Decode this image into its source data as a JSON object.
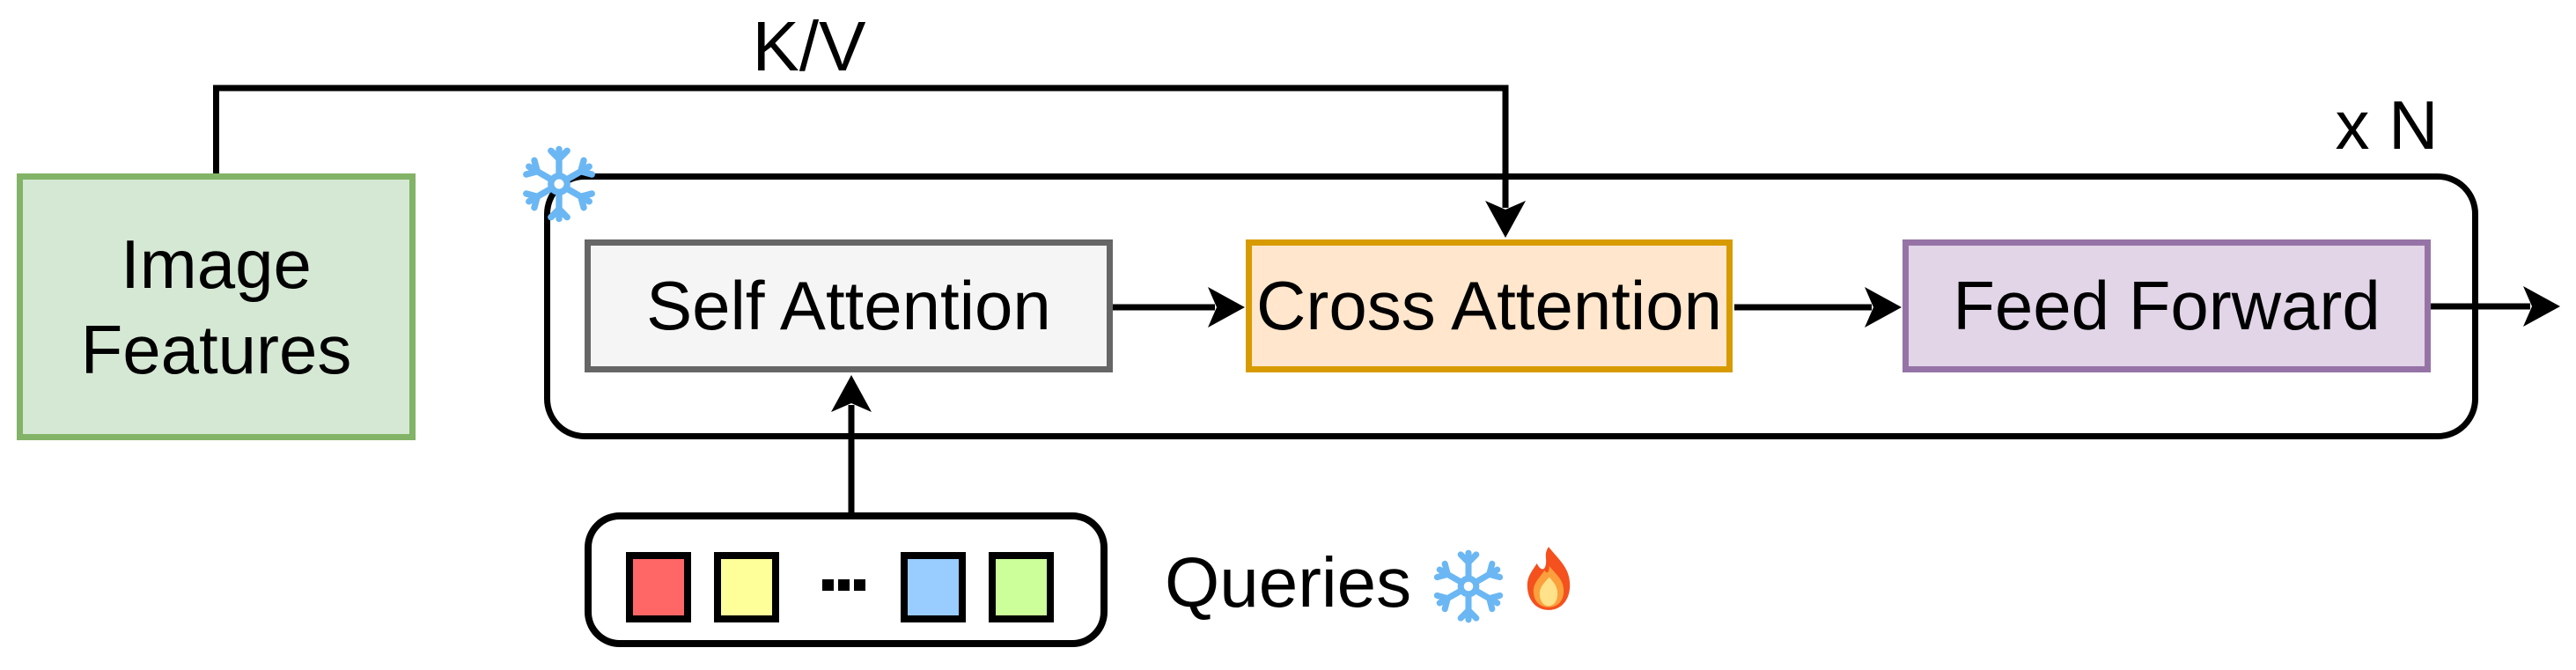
{
  "labels": {
    "kv": "K/V",
    "repeat": "x N",
    "queries": "Queries"
  },
  "image_features": {
    "line1": "Image",
    "line2": "Features",
    "fill": "#D5E8D4",
    "border": "#82B366"
  },
  "decoder": {
    "blocks": [
      {
        "label": "Self Attention",
        "fill": "#F5F5F5",
        "border": "#666666"
      },
      {
        "label": "Cross Attention",
        "fill": "#FFE6CC",
        "border": "#D79B00"
      },
      {
        "label": "Feed Forward",
        "fill": "#E1D5E7",
        "border": "#9673A6"
      }
    ],
    "frozen_icon": "snowflake-icon"
  },
  "queries": {
    "ellipsis": "...",
    "tokens": [
      {
        "color": "#FF6666"
      },
      {
        "color": "#FFFF99"
      },
      {
        "color": "#99CCFF"
      },
      {
        "color": "#CCFF99"
      }
    ],
    "icons": [
      "snowflake-icon",
      "fire-icon"
    ]
  },
  "colors": {
    "line": "#000000",
    "snowflake": "#6BB7F4",
    "flame_outer": "#F4511E",
    "flame_mid": "#FBA03C",
    "flame_inner": "#FFE28A"
  }
}
